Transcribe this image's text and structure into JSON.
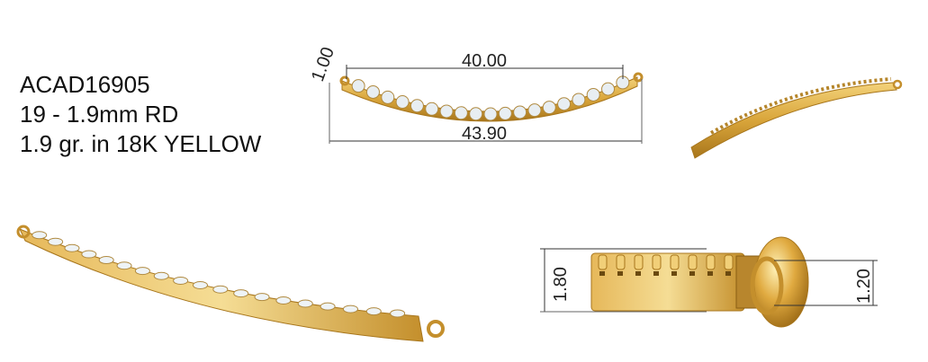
{
  "spec": {
    "model": "ACAD16905",
    "stones": "19 - 1.9mm RD",
    "weight_metal": "1.9 gr.  in 18K YELLOW"
  },
  "dimensions": {
    "inner_width": "40.00",
    "overall_width": "43.90",
    "loop": "1.00",
    "height": "1.80",
    "loop_height": "1.20"
  },
  "colors": {
    "gold": "#d9a53a",
    "gold_dark": "#a8761c",
    "gold_light": "#f3d27a",
    "stone": "#e8eef2",
    "line": "#333333"
  },
  "stone_count": 19
}
